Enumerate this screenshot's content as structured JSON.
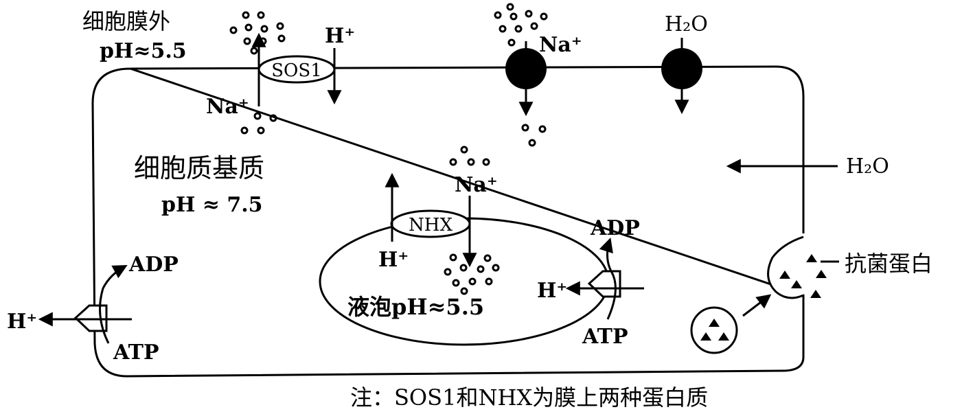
{
  "labels": {
    "outside_title": "细胞膜外",
    "outside_ph": "pH≈5.5",
    "cytosol_title": "细胞质基质",
    "cytosol_ph": "pH ≈ 7.5",
    "vacuole_label": "液泡pH≈5.5",
    "sos1": "SOS1",
    "nhx": "NHX",
    "h_plus": "H⁺",
    "na_plus": "Na⁺",
    "water": "H₂O",
    "adp": "ADP",
    "atp": "ATP",
    "antimicrobial": "抗菌蛋白",
    "note": "注：SOS1和NHX为膜上两种蛋白质"
  }
}
